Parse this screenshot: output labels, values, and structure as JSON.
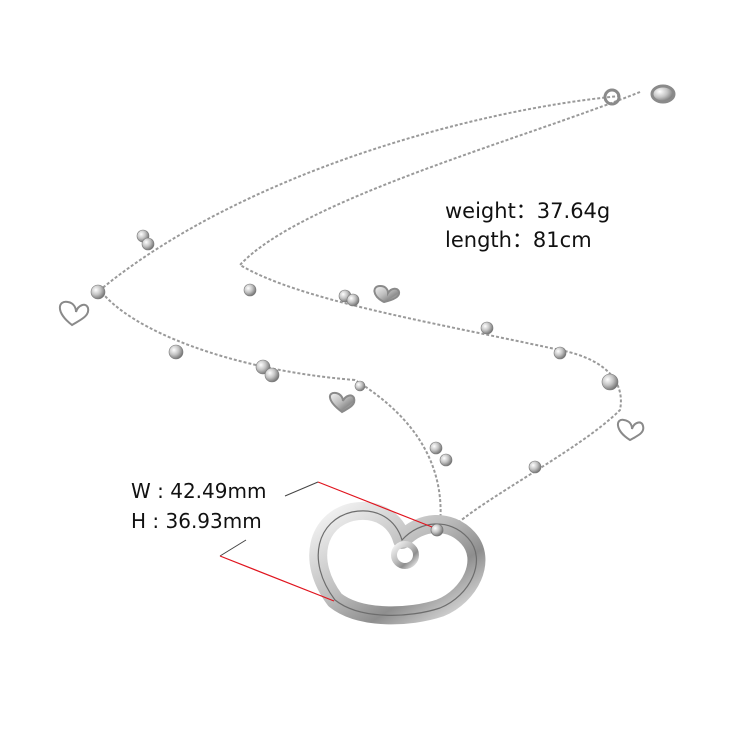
{
  "product": {
    "specs": {
      "weight": "weight：37.64g",
      "length": "length：81cm",
      "width": "W : 42.49mm",
      "height": "H : 36.93mm"
    },
    "colors": {
      "background": "#ffffff",
      "silver": "#c9c9c9",
      "dimension_line": "#e0141e",
      "guide_line": "#444444"
    }
  }
}
